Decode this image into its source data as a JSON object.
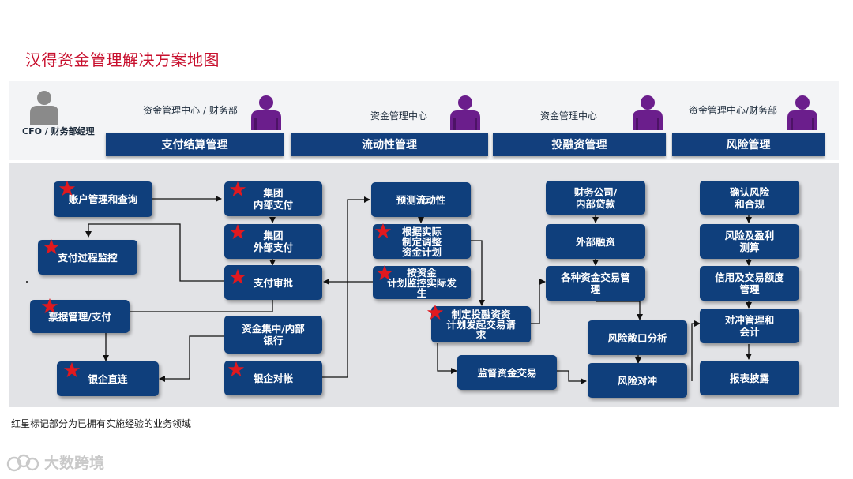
{
  "title": "汉得资金管理解决方案地图",
  "cfo_label": "CFO / 财务部经理",
  "roles": [
    {
      "text": "资金管理中心 / 财务部"
    },
    {
      "text": "资金管理中心"
    },
    {
      "text": "资金管理中心"
    },
    {
      "text": "资金管理中心/财务部"
    }
  ],
  "columns": [
    "支付结算管理",
    "流动性管理",
    "投融资管理",
    "风险管理"
  ],
  "nodes": {
    "account": "账户管理和查询",
    "payment_monitor": "支付过程监控",
    "bill": "票据管理/支付",
    "bank_direct": "银企直连",
    "group_internal": [
      "集团",
      "内部支付"
    ],
    "group_external": [
      "集团",
      "外部支付"
    ],
    "payment_approval": "支付审批",
    "fund_center": [
      "资金集中/内部",
      "银行"
    ],
    "bank_reconcile": "银企对帐",
    "forecast": "预测流动性",
    "adjust_plan": [
      "根据实际",
      "制定调整",
      "资金计划"
    ],
    "plan_monitor": [
      "按资金",
      "计划监控实际发",
      "生"
    ],
    "investment_plan": [
      "制定投融资资",
      "计划发起交易请",
      "求"
    ],
    "monitor_trade": "监督资金交易",
    "finance_company": [
      "财务公司/",
      "内部贷款"
    ],
    "external_finance": "外部融资",
    "trade_mgmt": [
      "各种资金交易管",
      "理"
    ],
    "exposure": "风险敞口分析",
    "hedge": "风险对冲",
    "compliance": [
      "确认风险",
      "和合规"
    ],
    "risk_profit": [
      "风险及盈利",
      "测算"
    ],
    "credit_limit": [
      "信用及交易额度",
      "管理"
    ],
    "hedge_accounting": [
      "对冲管理和",
      "会计"
    ],
    "report": "报表披露"
  },
  "footnote": "红星标记部分为已拥有实施经验的业务领域",
  "watermark": "大数跨境",
  "colors": {
    "title": "#c8102e",
    "node": "#0f3f7c",
    "header": "#123f7d",
    "star": "#e0191f",
    "person": "#6b1e8c",
    "cfo_person": "#8a8a8a"
  }
}
